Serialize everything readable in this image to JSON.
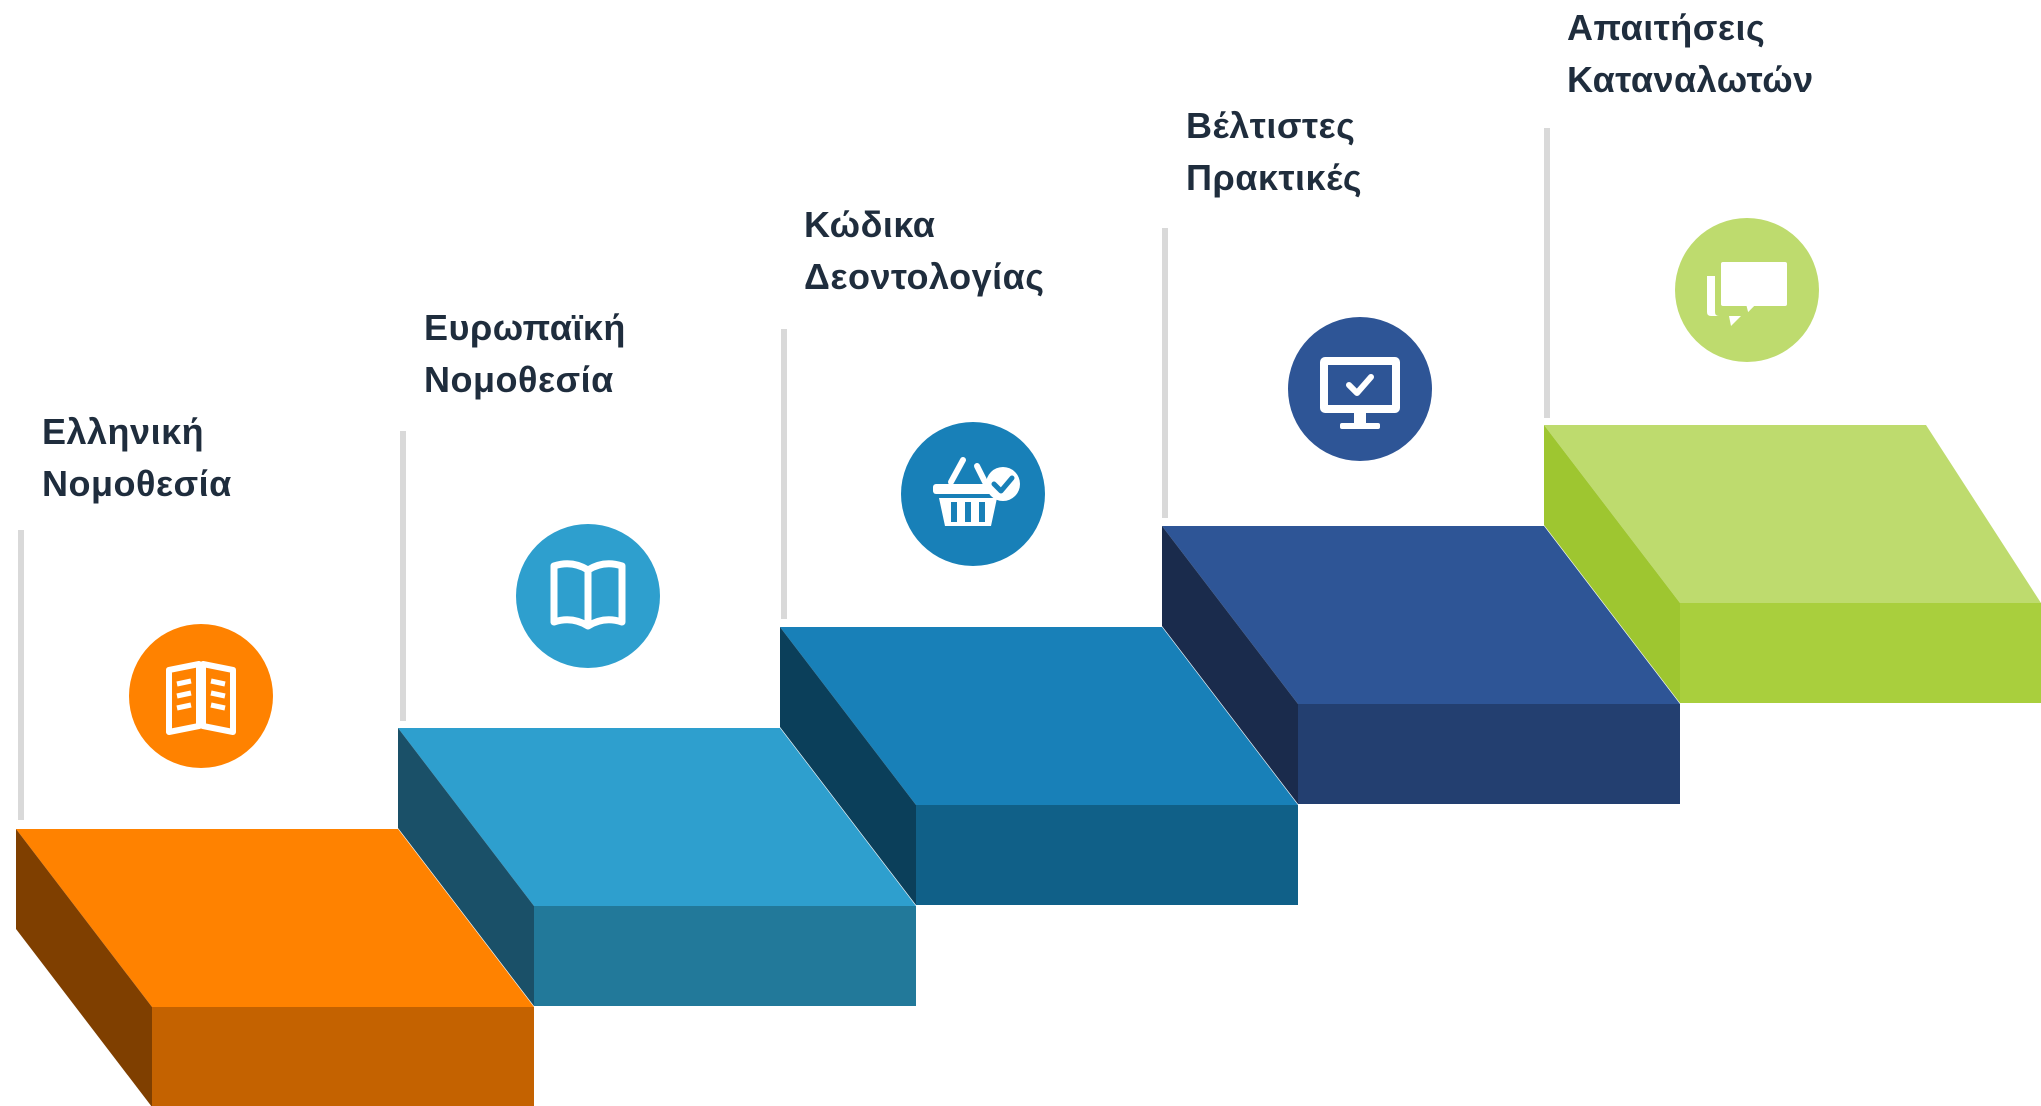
{
  "steps": [
    {
      "line1": "Ελληνική",
      "line2": "Νομοθεσία",
      "icon": "book-open-icon",
      "colors": {
        "top": "#FF8200",
        "front": "#C46200",
        "side": "#7F3F00",
        "circle": "#FF8200"
      }
    },
    {
      "line1": "Ευρωπαϊκή",
      "line2": "Νομοθεσία",
      "icon": "book-icon",
      "colors": {
        "top": "#2E9FCE",
        "front": "#22799A",
        "side": "#1A5068",
        "circle": "#2E9FCE"
      }
    },
    {
      "line1": "Κώδικα",
      "line2": "Δεοντολογίας",
      "icon": "basket-check-icon",
      "colors": {
        "top": "#1880B8",
        "front": "#106088",
        "side": "#0B3F5A",
        "circle": "#1880B8"
      }
    },
    {
      "line1": "Βέλτιστες",
      "line2": "Πρακτικές",
      "icon": "monitor-check-icon",
      "colors": {
        "top": "#2E5596",
        "front": "#233F70",
        "side": "#1A2B4C",
        "circle": "#2E5596"
      }
    },
    {
      "line1": "Απαιτήσεις",
      "line2": "Καταναλωτών",
      "icon": "chat-bubbles-icon",
      "colors": {
        "top": "#BEDB6E",
        "front": "#A9CF3D",
        "side": "#9EC630",
        "circle": "#BEDB6E"
      }
    }
  ]
}
